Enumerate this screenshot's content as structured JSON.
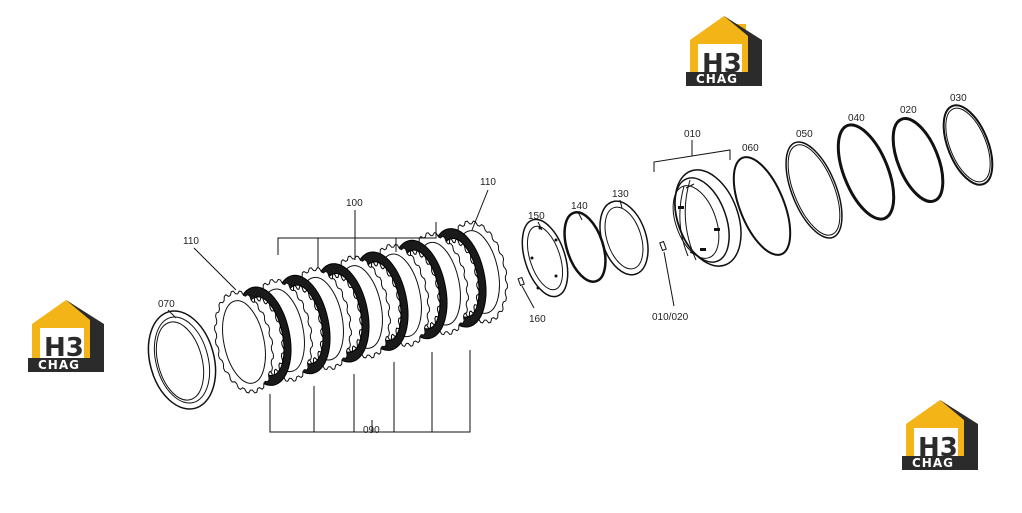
{
  "diagram": {
    "callouts": [
      "010",
      "020",
      "030",
      "040",
      "050",
      "060",
      "070",
      "090",
      "100",
      "110",
      "110",
      "130",
      "140",
      "150",
      "160",
      "010/020"
    ]
  },
  "logos": [
    {
      "top": "H3",
      "bottom": "CHAG"
    },
    {
      "top": "H3",
      "bottom": "CHAG"
    },
    {
      "top": "H3",
      "bottom": "CHAG"
    }
  ],
  "colors": {
    "logo_yellow": "#f2b417",
    "logo_dark": "#2b2b2b",
    "line": "#111111"
  }
}
